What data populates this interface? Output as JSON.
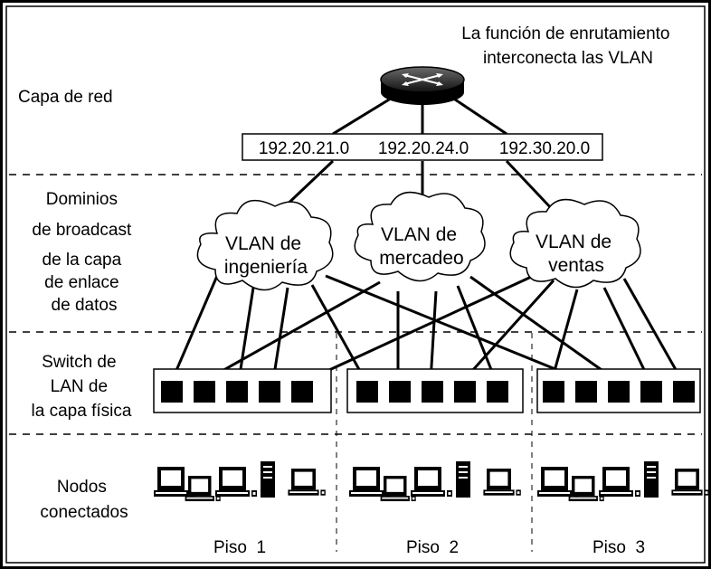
{
  "router_caption": [
    "La función de enrutamiento",
    "interconecta las VLAN"
  ],
  "layers": {
    "network": [
      "Capa de red"
    ],
    "broadcast": [
      "Dominios",
      "de broadcast",
      "de la capa",
      "de enlace",
      "de datos"
    ],
    "switch": [
      "Switch de",
      "LAN de",
      "la capa física"
    ],
    "nodes": [
      "Nodos",
      "conectados"
    ]
  },
  "subnets": [
    "192.20.21.0",
    "192.20.24.0",
    "192.30.20.0"
  ],
  "vlans": [
    [
      "VLAN de",
      "ingeniería"
    ],
    [
      "VLAN de",
      "mercadeo"
    ],
    [
      "VLAN de",
      "ventas"
    ]
  ],
  "floors": [
    "Piso  1",
    "Piso  2",
    "Piso  3"
  ],
  "ports_per_switch": 5,
  "colors": {
    "line": "#000000",
    "background": "#ffffff",
    "port": "#000000"
  },
  "icons": [
    "router-icon",
    "cloud-icon",
    "switch-port-icon",
    "workstation-icon",
    "server-icon"
  ]
}
